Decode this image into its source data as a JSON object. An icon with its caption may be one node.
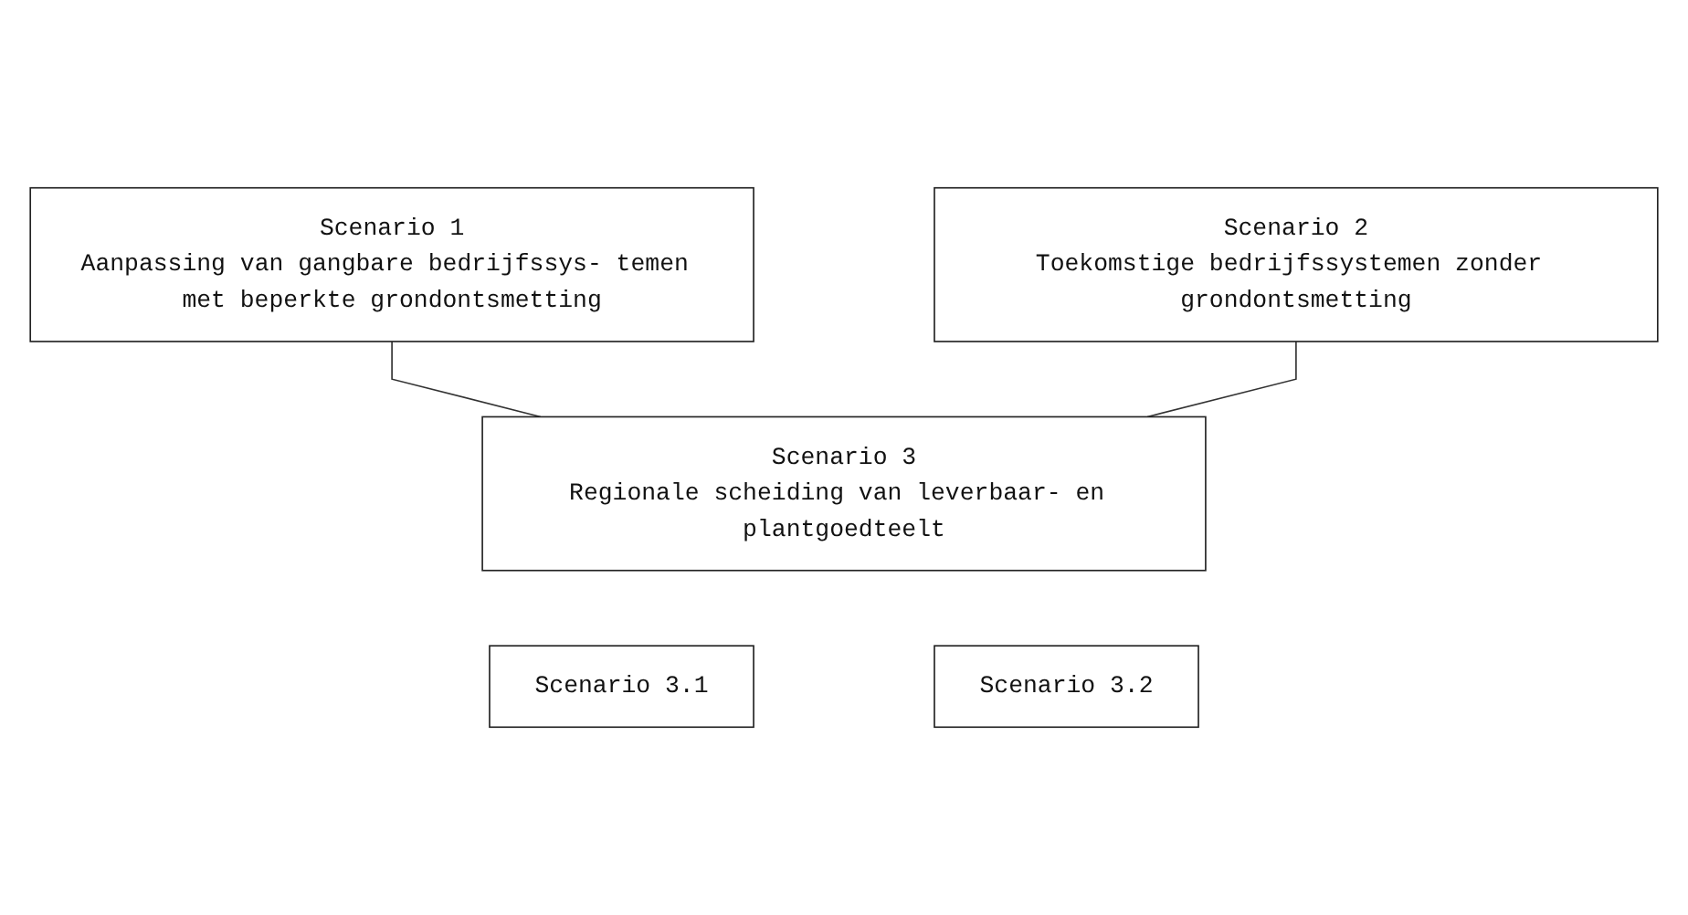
{
  "diagram": {
    "nodes": [
      {
        "text": [
          "Scenario 1",
          "Aanpassing van gangbare bedrijfssys- temen met beperkte grondontsmetting"
        ]
      },
      {
        "text": [
          "Scenario 2",
          "Toekomstige bedrijfssystemen zonder grondontsmetting"
        ]
      },
      {
        "text": [
          "Scenario 3",
          "Regionale scheiding van leverbaar- en plantgoedteelt"
        ]
      },
      {
        "text": [
          "Scenario 3.1"
        ]
      },
      {
        "text": [
          "Scenario 3.2"
        ]
      }
    ],
    "edges": [
      {
        "from": 0,
        "to": 2,
        "arrow": "none"
      },
      {
        "from": 1,
        "to": 2,
        "arrow": "none"
      }
    ]
  }
}
